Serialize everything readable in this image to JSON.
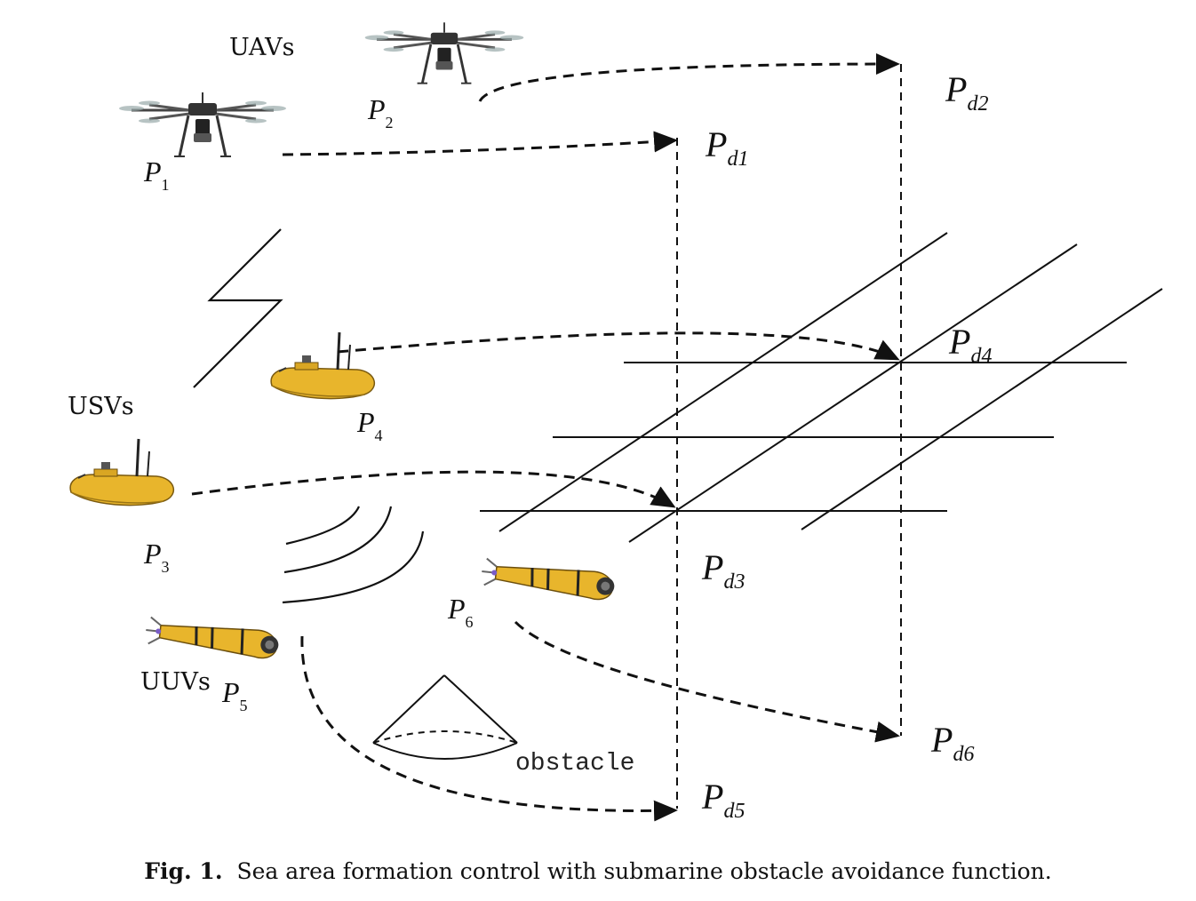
{
  "group_labels": {
    "uavs": "UAVs",
    "usvs": "USVs",
    "uuvs": "UUVs"
  },
  "agents": [
    {
      "id": "P1",
      "base": "P",
      "sub": "1"
    },
    {
      "id": "P2",
      "base": "P",
      "sub": "2"
    },
    {
      "id": "P3",
      "base": "P",
      "sub": "3"
    },
    {
      "id": "P4",
      "base": "P",
      "sub": "4"
    },
    {
      "id": "P5",
      "base": "P",
      "sub": "5"
    },
    {
      "id": "P6",
      "base": "P",
      "sub": "6"
    }
  ],
  "targets": [
    {
      "id": "Pd1",
      "base": "P",
      "sub": "d1"
    },
    {
      "id": "Pd2",
      "base": "P",
      "sub": "d2"
    },
    {
      "id": "Pd3",
      "base": "P",
      "sub": "d3"
    },
    {
      "id": "Pd4",
      "base": "P",
      "sub": "d4"
    },
    {
      "id": "Pd5",
      "base": "P",
      "sub": "d5"
    },
    {
      "id": "Pd6",
      "base": "P",
      "sub": "d6"
    }
  ],
  "obstacle_label": "obstacle",
  "caption": {
    "prefix": "Fig. 1.",
    "text": "Sea area formation control with submarine obstacle avoidance function."
  },
  "colors": {
    "vehicle_yellow": "#e8b52c",
    "ink": "#111111"
  },
  "icons": [
    "uav-drone-icon",
    "usv-boat-icon",
    "uuv-torpedo-icon",
    "communication-bolt-icon",
    "sonar-wave-icon",
    "cone-obstacle-icon"
  ]
}
